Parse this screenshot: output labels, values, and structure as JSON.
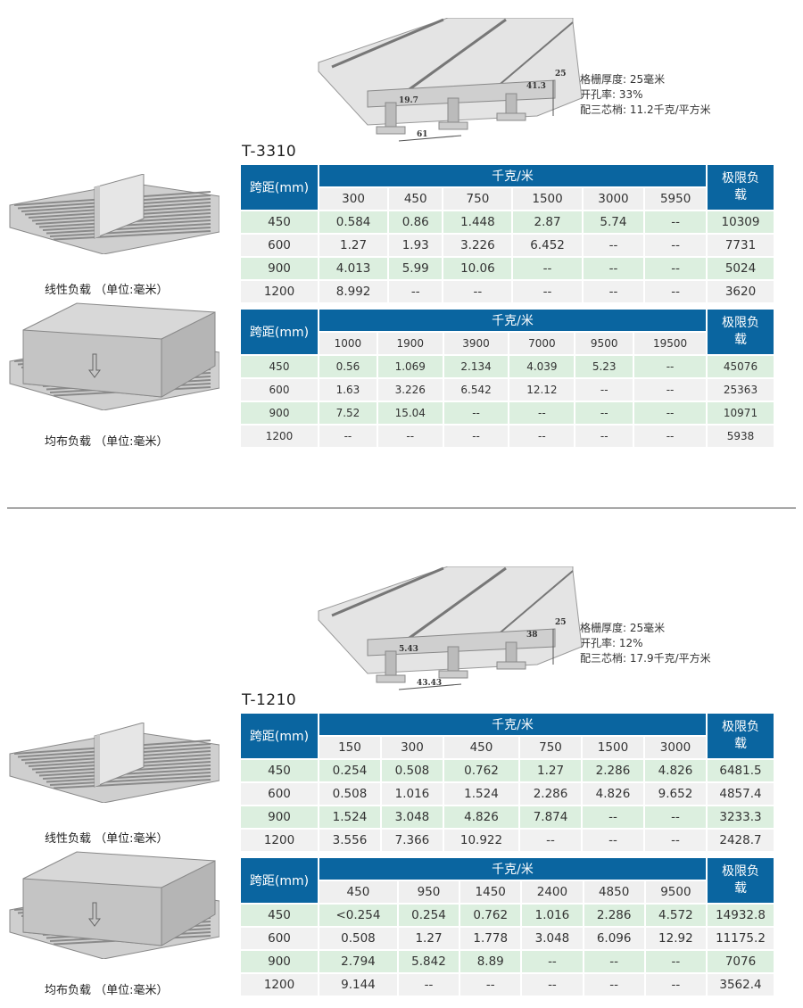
{
  "sections": [
    {
      "model": "T-3310",
      "specs": [
        "格栅厚度: 25毫米",
        "开孔率: 33%",
        "配三芯梢: 11.2千克/平方米"
      ],
      "dims": [
        "19.7",
        "41.3",
        "25",
        "61"
      ],
      "tables": [
        {
          "caption": "线性负载 （单位:毫米）",
          "span_header": "跨距(mm)",
          "unit_header": "千克/米",
          "limit_header": "极限负载",
          "loads": [
            "300",
            "450",
            "750",
            "1500",
            "3000",
            "5950"
          ],
          "rows": [
            [
              "450",
              "0.584",
              "0.86",
              "1.448",
              "2.87",
              "5.74",
              "--",
              "10309"
            ],
            [
              "600",
              "1.27",
              "1.93",
              "3.226",
              "6.452",
              "--",
              "--",
              "7731"
            ],
            [
              "900",
              "4.013",
              "5.99",
              "10.06",
              "--",
              "--",
              "--",
              "5024"
            ],
            [
              "1200",
              "8.992",
              "--",
              "--",
              "--",
              "--",
              "--",
              "3620"
            ]
          ]
        },
        {
          "caption": "均布负载 （单位:毫米）",
          "span_header": "跨距(mm)",
          "unit_header": "千克/米",
          "limit_header": "极限负载",
          "loads": [
            "1000",
            "1900",
            "3900",
            "7000",
            "9500",
            "19500"
          ],
          "rows": [
            [
              "450",
              "0.56",
              "1.069",
              "2.134",
              "4.039",
              "5.23",
              "--",
              "45076"
            ],
            [
              "600",
              "1.63",
              "3.226",
              "6.542",
              "12.12",
              "--",
              "--",
              "25363"
            ],
            [
              "900",
              "7.52",
              "15.04",
              "--",
              "--",
              "--",
              "--",
              "10971"
            ],
            [
              "1200",
              "--",
              "--",
              "--",
              "--",
              "--",
              "--",
              "5938"
            ]
          ]
        }
      ]
    },
    {
      "model": "T-1210",
      "specs": [
        "格栅厚度: 25毫米",
        "开孔率: 12%",
        "配三芯梢: 17.9千克/平方米"
      ],
      "dims": [
        "5.43",
        "38",
        "25",
        "43.43"
      ],
      "tables": [
        {
          "caption": "线性负载 （单位:毫米）",
          "span_header": "跨距(mm)",
          "unit_header": "千克/米",
          "limit_header": "极限负载",
          "loads": [
            "150",
            "300",
            "450",
            "750",
            "1500",
            "3000"
          ],
          "rows": [
            [
              "450",
              "0.254",
              "0.508",
              "0.762",
              "1.27",
              "2.286",
              "4.826",
              "6481.5"
            ],
            [
              "600",
              "0.508",
              "1.016",
              "1.524",
              "2.286",
              "4.826",
              "9.652",
              "4857.4"
            ],
            [
              "900",
              "1.524",
              "3.048",
              "4.826",
              "7.874",
              "--",
              "--",
              "3233.3"
            ],
            [
              "1200",
              "3.556",
              "7.366",
              "10.922",
              "--",
              "--",
              "--",
              "2428.7"
            ]
          ]
        },
        {
          "caption": "均布负载 （单位:毫米）",
          "span_header": "跨距(mm)",
          "unit_header": "千克/米",
          "limit_header": "极限负载",
          "loads": [
            "450",
            "950",
            "1450",
            "2400",
            "4850",
            "9500"
          ],
          "rows": [
            [
              "450",
              "<0.254",
              "0.254",
              "0.762",
              "1.016",
              "2.286",
              "4.572",
              "14932.8"
            ],
            [
              "600",
              "0.508",
              "1.27",
              "1.778",
              "3.048",
              "6.096",
              "12.92",
              "11175.2"
            ],
            [
              "900",
              "2.794",
              "5.842",
              "8.89",
              "--",
              "--",
              "--",
              "7076"
            ],
            [
              "1200",
              "9.144",
              "--",
              "--",
              "--",
              "--",
              "--",
              "3562.4"
            ]
          ]
        }
      ]
    }
  ]
}
